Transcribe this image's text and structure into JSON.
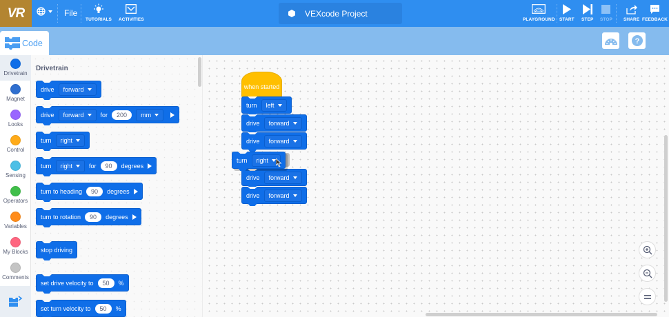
{
  "topbar": {
    "logo": "VR",
    "file_label": "File",
    "tutorials_label": "TUTORIALS",
    "activities_label": "ACTIVITIES",
    "project_title": "VEXcode Project",
    "playground_label": "PLAYGROUND",
    "start_label": "START",
    "step_label": "STEP",
    "stop_label": "STOP",
    "share_label": "SHARE",
    "feedback_label": "FEEDBACK",
    "bg_color": "#2f8ef0",
    "logo_color": "#b38531"
  },
  "subbar": {
    "code_tab_label": "Code"
  },
  "categories": [
    {
      "label": "Drivetrain",
      "color": "#0f6ee8",
      "active": true
    },
    {
      "label": "Magnet",
      "color": "#2f6fcf"
    },
    {
      "label": "Looks",
      "color": "#9966ff"
    },
    {
      "label": "Control",
      "color": "#ffab19"
    },
    {
      "label": "Sensing",
      "color": "#4cbfe6"
    },
    {
      "label": "Operators",
      "color": "#40bf4a"
    },
    {
      "label": "Variables",
      "color": "#ff8c1a"
    },
    {
      "label": "My Blocks",
      "color": "#ff6680"
    },
    {
      "label": "Comments",
      "color": "#c4c4c4"
    }
  ],
  "flyout": {
    "title": "Drivetrain",
    "blocks": {
      "b1": {
        "verb": "drive",
        "dir": "forward"
      },
      "b2": {
        "verb": "drive",
        "dir": "forward",
        "for": "for",
        "value": "200",
        "unit": "mm"
      },
      "b3": {
        "verb": "turn",
        "dir": "right"
      },
      "b4": {
        "verb": "turn",
        "dir": "right",
        "for": "for",
        "value": "90",
        "unit": "degrees"
      },
      "b5": {
        "text": "turn to heading",
        "value": "90",
        "unit": "degrees"
      },
      "b6": {
        "text": "turn to rotation",
        "value": "90",
        "unit": "degrees"
      },
      "b7": {
        "text": "stop driving"
      },
      "b8": {
        "text": "set drive velocity to",
        "value": "50",
        "unit": "%"
      },
      "b9": {
        "text": "set turn velocity to",
        "value": "50",
        "unit": "%"
      }
    }
  },
  "workspace": {
    "hat": "when started",
    "stack": [
      {
        "verb": "turn",
        "dir": "left"
      },
      {
        "verb": "drive",
        "dir": "forward"
      },
      {
        "verb": "drive",
        "dir": "forward"
      },
      {
        "verb": "drive",
        "dir": "forward"
      },
      {
        "verb": "drive",
        "dir": "forward"
      }
    ],
    "dragging": {
      "verb": "turn",
      "dir": "right"
    }
  }
}
